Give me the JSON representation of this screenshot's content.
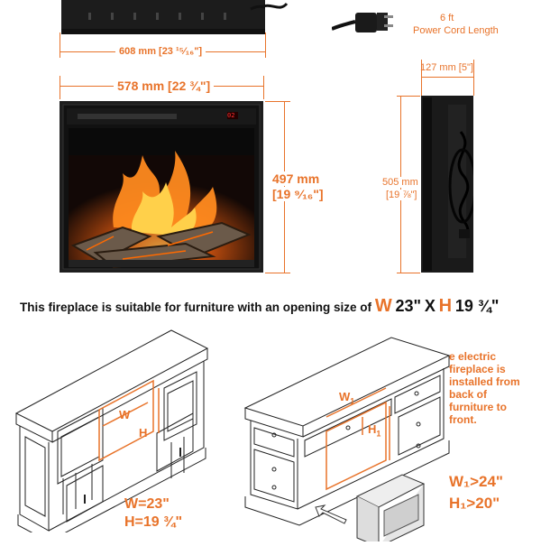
{
  "top": {
    "width_top": "608 mm [23 ¹⁵⁄₁₆\"]",
    "cord_length": "6 ft",
    "cord_label": "Power Cord Length"
  },
  "front": {
    "width": "578 mm [22 ¾\"]",
    "height_mm": "497 mm",
    "height_in": "[19 ⁹⁄₁₆\"]",
    "display": "02"
  },
  "side": {
    "depth": "127 mm [5\"]",
    "height_mm": "505 mm",
    "height_in": "[19 ⅞\"]"
  },
  "headline": {
    "text": "This fireplace is suitable for furniture with an opening size of",
    "w": "W",
    "w_val": "23\"",
    "x": "X",
    "h": "H",
    "h_val": "19 ¾\""
  },
  "left_cabinet": {
    "w_label": "W",
    "h_label": "H",
    "w_result": "W=23\"",
    "h_result": "H=19 ¾\""
  },
  "right_cabinet": {
    "w_label": "W",
    "w_sub": "1",
    "h_label": "H",
    "h_sub": "1",
    "note": "e electric\nfireplace is\ninstalled from\nback of\nfurniture to\nfront.",
    "w_result": "W₁>24\"",
    "h_result": "H₁>20\""
  },
  "colors": {
    "accent": "#e8732a",
    "frame": "#1a1a1a"
  }
}
